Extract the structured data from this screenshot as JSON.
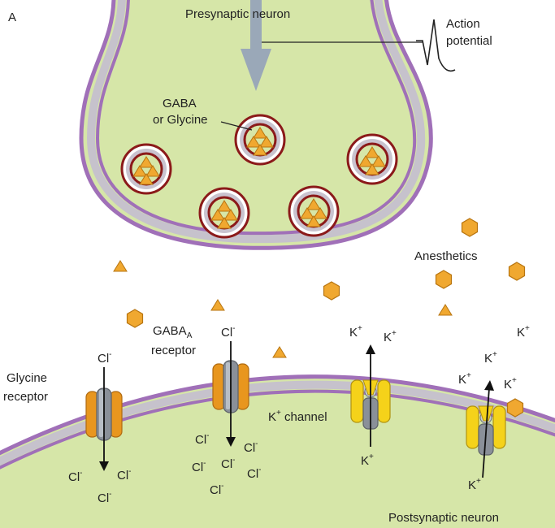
{
  "panel_letter": "A",
  "labels": {
    "presynaptic": "Presynaptic neuron",
    "action_potential_1": "Action",
    "action_potential_2": "potential",
    "transmitter_1": "GABA",
    "transmitter_2": "or Glycine",
    "anesthetics": "Anesthetics",
    "gaba_receptor_main": "GABA",
    "gaba_receptor_sub": "A",
    "gaba_receptor_line2": "receptor",
    "glycine_receptor_1": "Glycine",
    "glycine_receptor_2": "receptor",
    "k_channel": "channel",
    "postsynaptic": "Postsynaptic neuron"
  },
  "ions": {
    "cl": "Cl",
    "cl_charge": "-",
    "k": "K",
    "k_charge": "+"
  },
  "colors": {
    "cytoplasm": "#d6e6a8",
    "membrane_outer": "#a070b8",
    "membrane_inner": "#c6c2cc",
    "vesicle_ring": "#8b1a1a",
    "transmitter": "#f0a830",
    "channel_orange": "#e8961e",
    "channel_yellow": "#f5d21a",
    "channel_core": "#8a9099",
    "arrow": "#9aa8b8"
  }
}
